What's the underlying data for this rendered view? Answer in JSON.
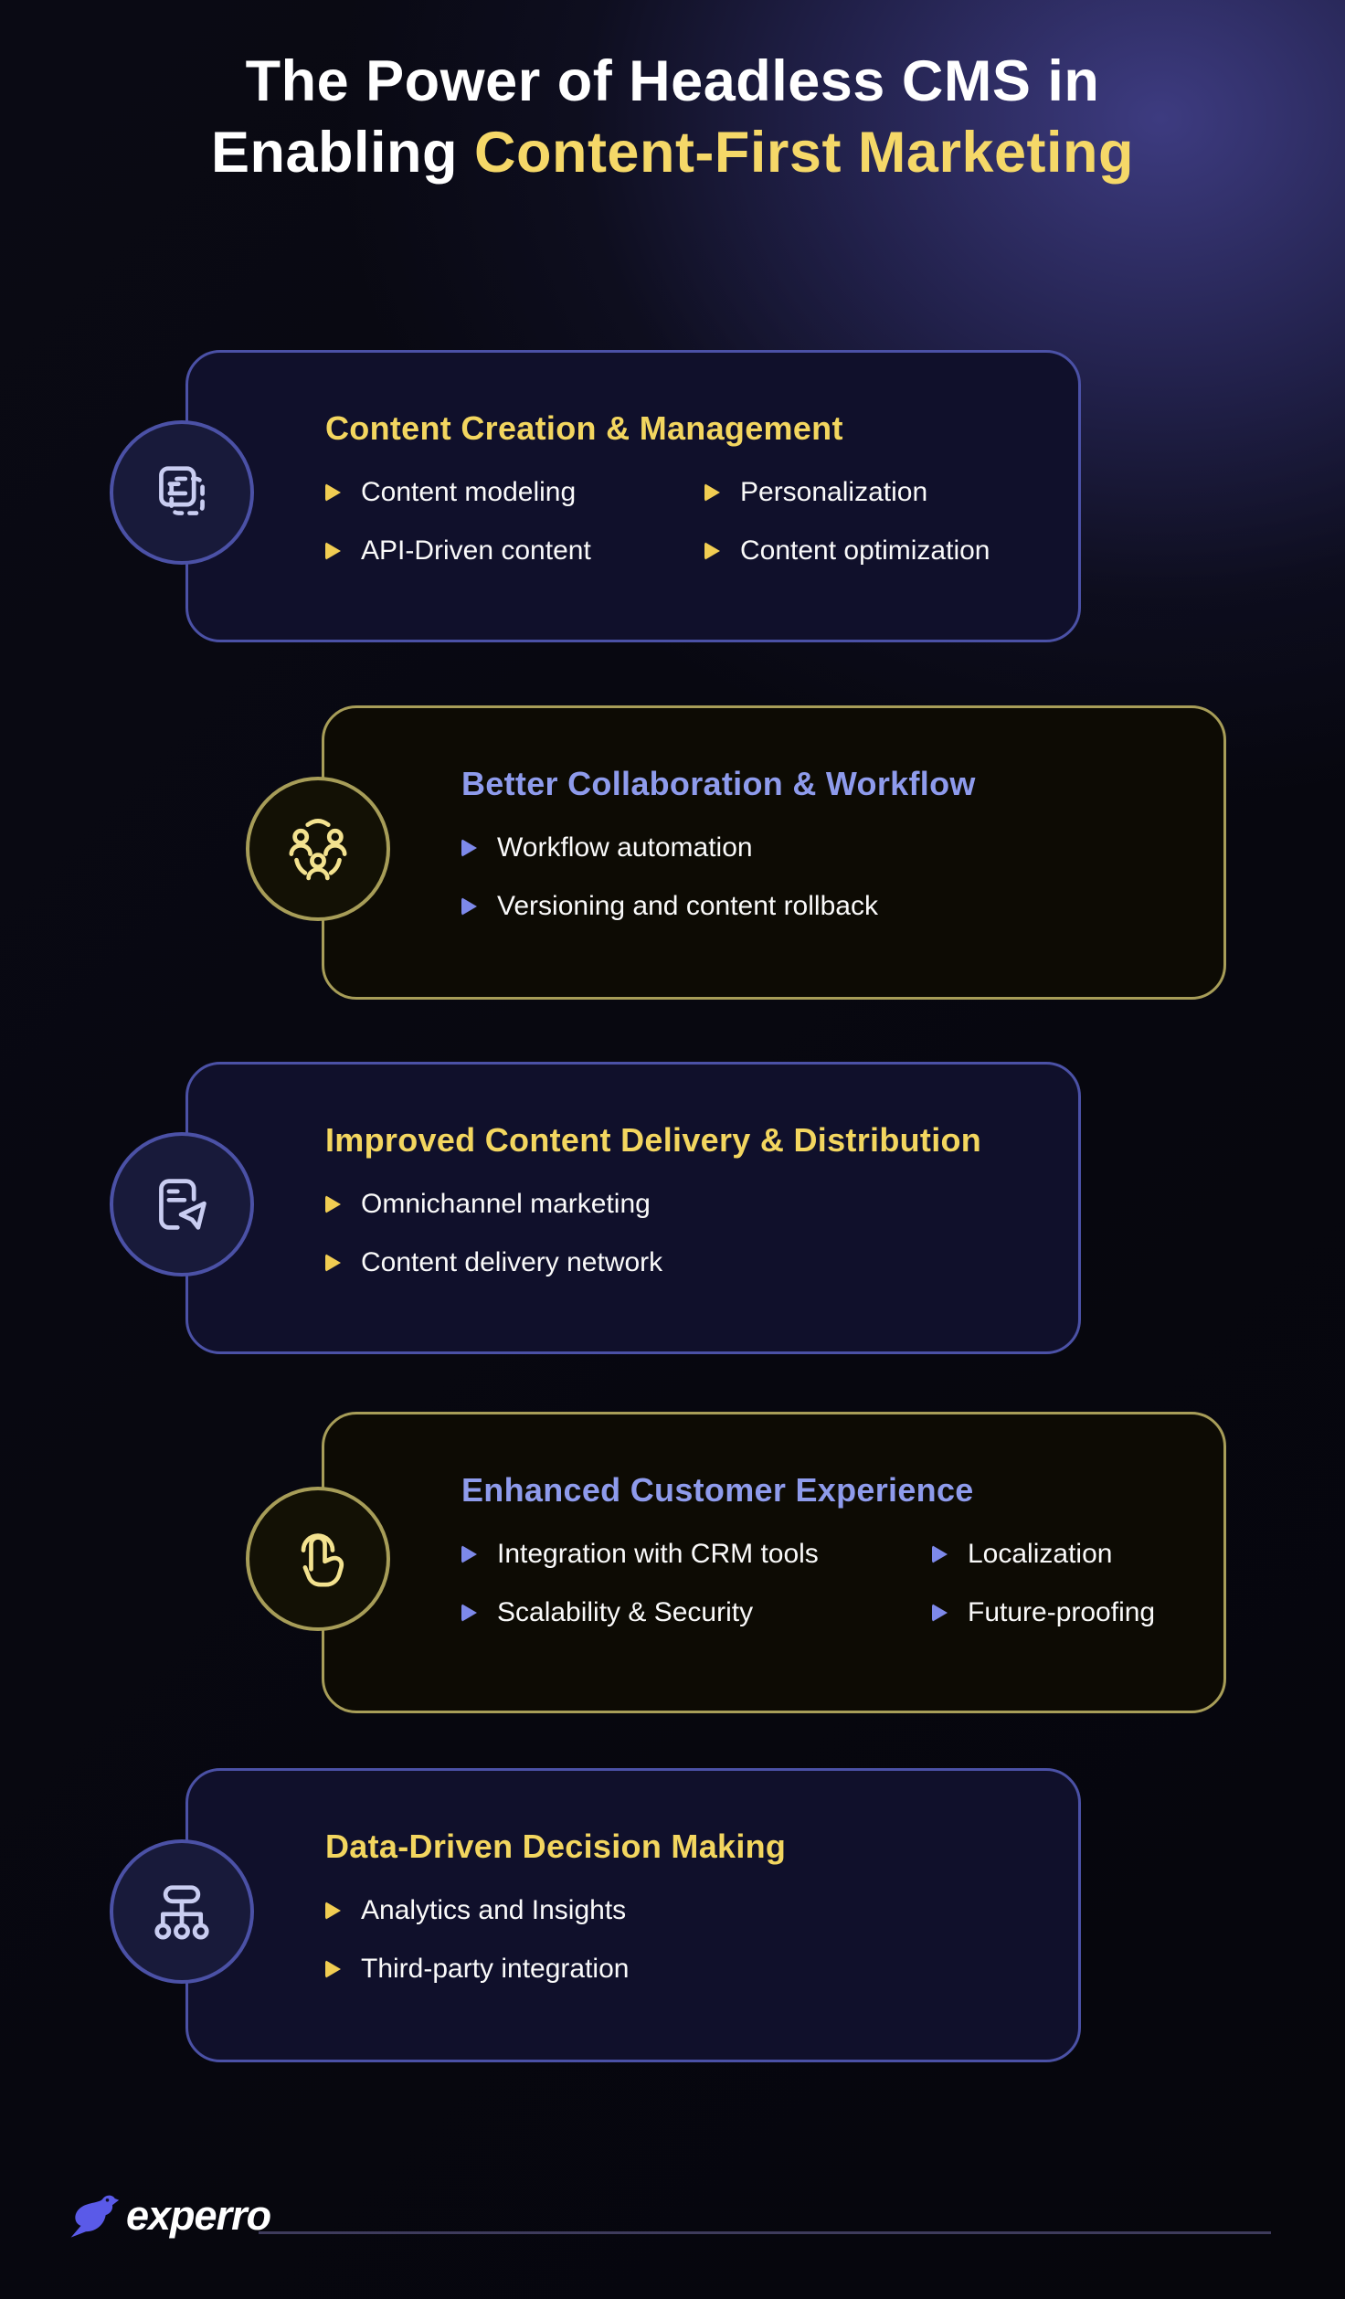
{
  "title": {
    "line1": "The Power of Headless CMS in",
    "line2_prefix": "Enabling ",
    "line2_highlight": "Content-First Marketing"
  },
  "cards": [
    {
      "icon": "copy-document-icon",
      "heading": "Content Creation & Management",
      "items": [
        "Content modeling",
        "Personalization",
        "API-Driven content",
        "Content optimization"
      ]
    },
    {
      "icon": "collaboration-people-icon",
      "heading": "Better Collaboration & Workflow",
      "items": [
        "Workflow automation",
        "Versioning and content rollback"
      ]
    },
    {
      "icon": "document-send-icon",
      "heading": "Improved Content Delivery & Distribution",
      "items": [
        "Omnichannel marketing",
        "Content delivery network"
      ]
    },
    {
      "icon": "tap-gesture-icon",
      "heading": "Enhanced Customer Experience",
      "items": [
        "Integration with CRM tools",
        "Localization",
        "Scalability & Security",
        "Future-proofing"
      ]
    },
    {
      "icon": "sitemap-icon",
      "heading": "Data-Driven Decision Making",
      "items": [
        "Analytics and Insights",
        "Third-party integration"
      ]
    }
  ],
  "footer": {
    "brand": "experro"
  },
  "colors": {
    "accent_yellow": "#f3d65f",
    "accent_periwinkle": "#8e9bec",
    "bullet_yellow": "#f1cd52",
    "bullet_periwinkle": "#7d89ea",
    "border_blue": "#4b51a6",
    "border_olive": "#a79d58",
    "card_bg_blue": "#10102b",
    "card_bg_olive": "#0d0b04",
    "brand_purple": "#5a5ae8",
    "title_white": "#ffffff"
  }
}
